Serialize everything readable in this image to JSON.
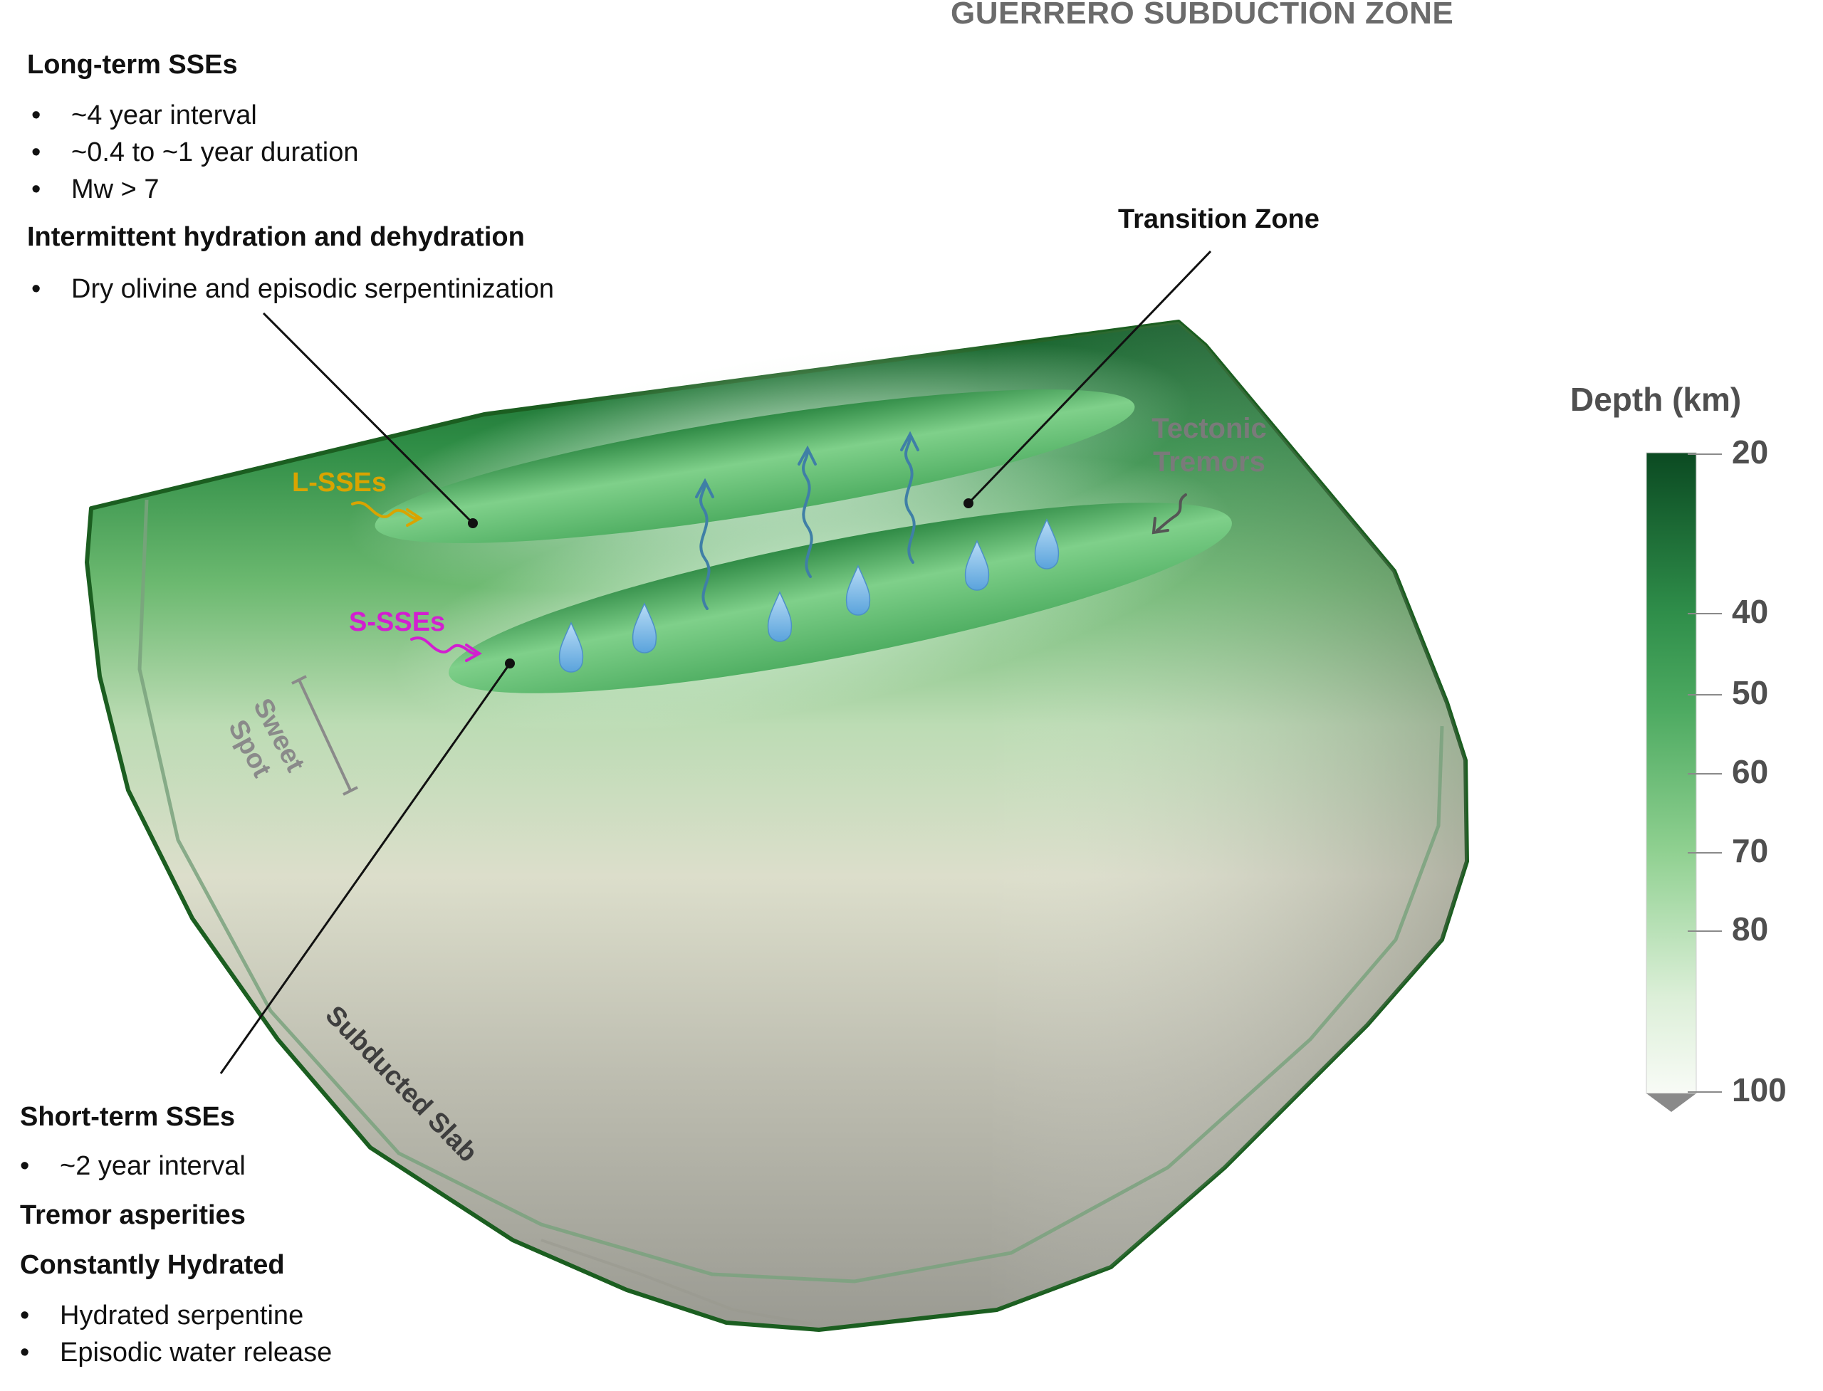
{
  "title": "GUERRERO SUBDUCTION ZONE",
  "long_term": {
    "heading": "Long-term SSEs",
    "bullets": [
      "~4 year interval",
      "~0.4 to ~1 year duration",
      "Mw > 7"
    ]
  },
  "intermittent": {
    "heading": "Intermittent hydration and dehydration",
    "bullets": [
      "Dry olivine and episodic serpentinization"
    ]
  },
  "short_term": {
    "heading": "Short-term SSEs",
    "bullets": [
      "~2 year interval"
    ]
  },
  "tremor_asperities": {
    "heading": "Tremor asperities"
  },
  "constantly_hydrated": {
    "heading": "Constantly Hydrated",
    "bullets": [
      "Hydrated serpentine",
      "Episodic water release"
    ]
  },
  "labels": {
    "transition_zone": "Transition Zone",
    "l_sses": "L-SSEs",
    "s_sses": "S-SSEs",
    "tectonic_line1": "Tectonic",
    "tectonic_line2": "Tremors",
    "sweet": "Sweet",
    "spot": "Spot",
    "subducted_slab": "Subducted Slab"
  },
  "legend": {
    "title": "Depth (km)",
    "ticks": [
      "20",
      "40",
      "50",
      "60",
      "70",
      "80",
      "100"
    ],
    "colors": {
      "dark": "#0b4a22",
      "mid": "#3aa35a",
      "light": "#a9dcae",
      "pale": "#f3f8f1"
    }
  },
  "colors": {
    "slab_outline": "#1b5e20",
    "l_sses": "#d9a400",
    "s_sses": "#d21fd0",
    "arrows": "#4f8fb3",
    "drops": "#79b8ea",
    "muted_label": "#7a7a7a"
  }
}
